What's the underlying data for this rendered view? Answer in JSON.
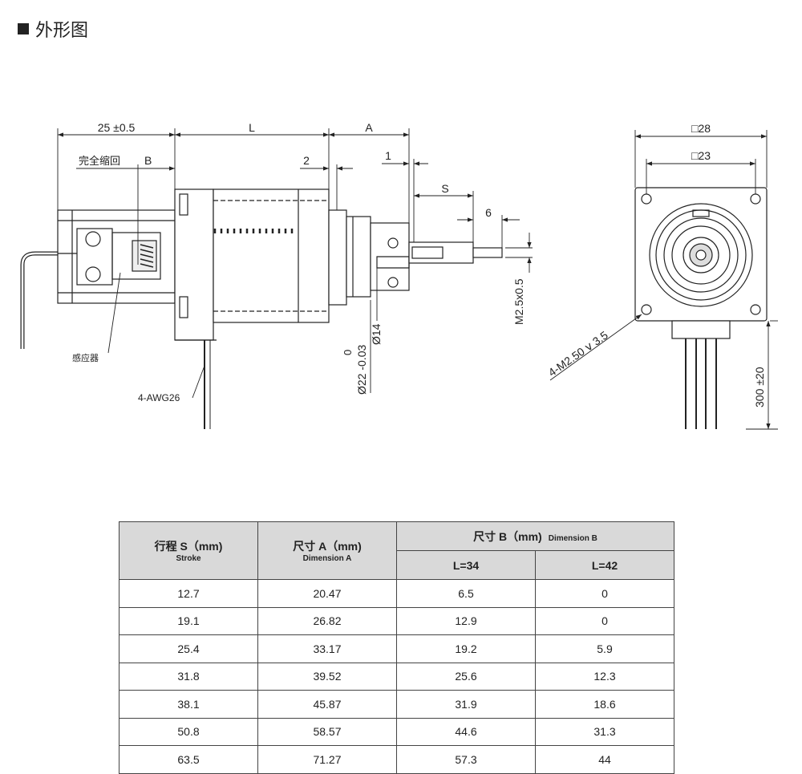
{
  "header": {
    "title": "外形图"
  },
  "drawing": {
    "side_view": {
      "dim_25": "25 ±0.5",
      "dim_L": "L",
      "dim_A": "A",
      "dim_2": "2",
      "dim_1": "1",
      "dim_S": "S",
      "dim_6": "6",
      "full_retract": "完全缩回",
      "dim_B": "B",
      "sensor": "感应器",
      "wire": "4-AWG26",
      "dia_22": "Ø22 -0.03",
      "dia_22_zero": "0",
      "dia_14": "Ø14",
      "thread": "M2.5x0.5"
    },
    "front_view": {
      "sq28": "□28",
      "sq23": "□23",
      "holes": "4-M2.50 ⅴ 3.5",
      "lead": "300 ±20"
    }
  },
  "table": {
    "col1": {
      "main": "行程 S（mm)",
      "sub": "Stroke"
    },
    "col2": {
      "main": "尺寸 A（mm)",
      "sub": "Dimension A"
    },
    "col3": {
      "main": "尺寸 B（mm)",
      "sub": "Dimension B"
    },
    "sub_l34": "L=34",
    "sub_l42": "L=42",
    "rows": [
      [
        "12.7",
        "20.47",
        "6.5",
        "0"
      ],
      [
        "19.1",
        "26.82",
        "12.9",
        "0"
      ],
      [
        "25.4",
        "33.17",
        "19.2",
        "5.9"
      ],
      [
        "31.8",
        "39.52",
        "25.6",
        "12.3"
      ],
      [
        "38.1",
        "45.87",
        "31.9",
        "18.6"
      ],
      [
        "50.8",
        "58.57",
        "44.6",
        "31.3"
      ],
      [
        "63.5",
        "71.27",
        "57.3",
        "44"
      ]
    ]
  }
}
